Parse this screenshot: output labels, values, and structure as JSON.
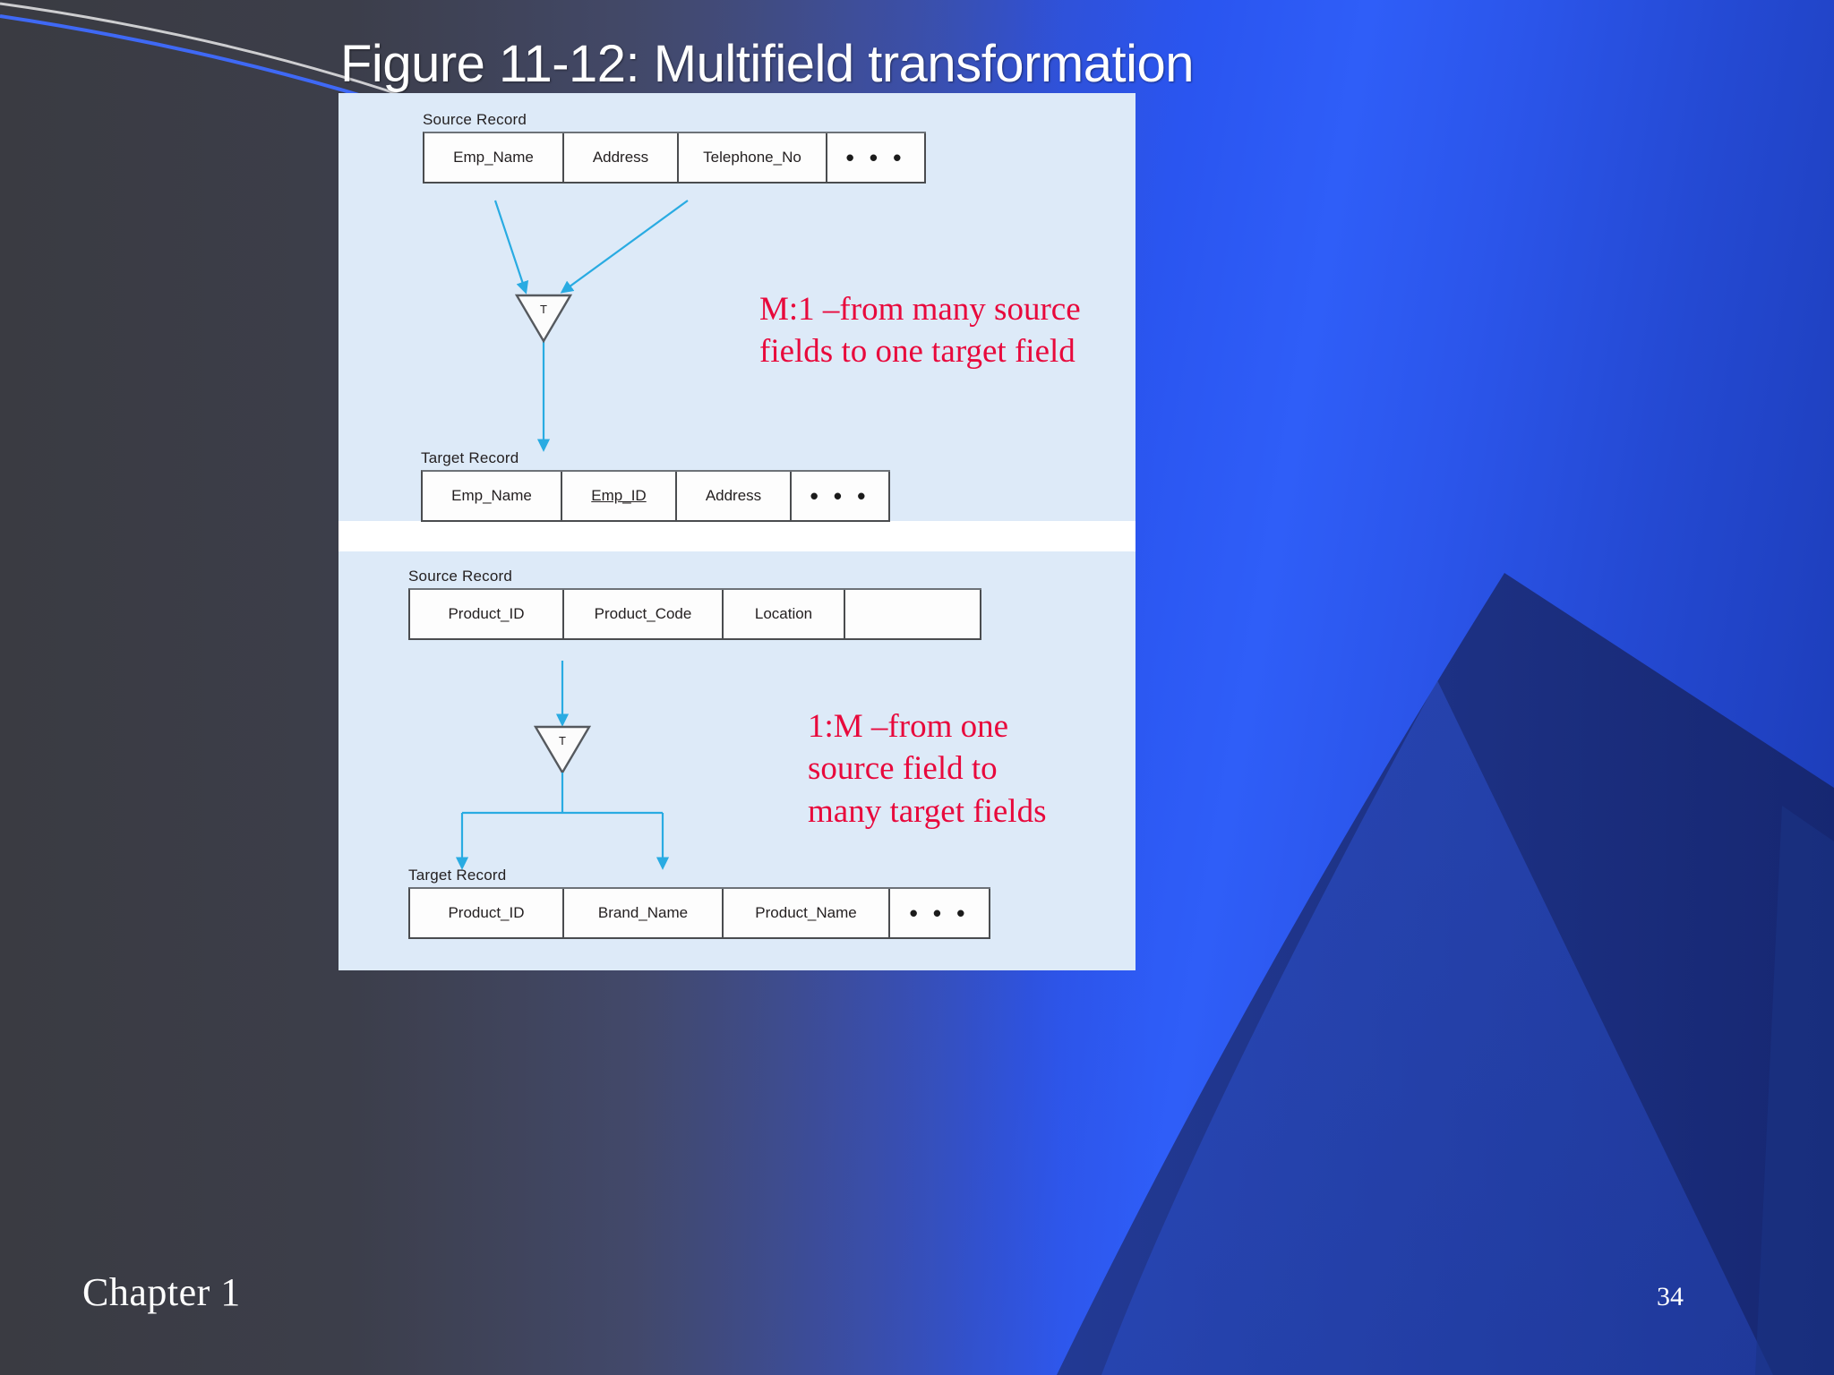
{
  "slide": {
    "title": "Figure 11-12: Multifield transformation",
    "chapter_label": "Chapter 1",
    "page_number": "34",
    "colors": {
      "title_text": "#ffffff",
      "annotation_red": "#e8093c",
      "figure_panel_bg": "#ddeaf8",
      "arrow_blue": "#29abe2",
      "cell_border": "#4a4c4f"
    }
  },
  "figure": {
    "diagrams": [
      {
        "id": "multifield-m-to-1",
        "source_label": "Source Record",
        "source_fields": [
          "Emp_Name",
          "Address",
          "Telephone_No",
          "• • •"
        ],
        "transform_symbol": "T",
        "target_label": "Target Record",
        "target_fields": [
          "Emp_Name",
          "Emp_ID",
          "Address",
          "• • •"
        ],
        "target_underlined_index": 1,
        "annotation": "M:1 –from many source\nfields to one target field"
      },
      {
        "id": "multifield-1-to-m",
        "source_label": "Source Record",
        "source_fields": [
          "Product_ID",
          "Product_Code",
          "Location",
          ""
        ],
        "transform_symbol": "T",
        "target_label": "Target Record",
        "target_fields": [
          "Product_ID",
          "Brand_Name",
          "Product_Name",
          "• • •"
        ],
        "target_underlined_index": -1,
        "annotation": "1:M –from one\nsource field to\nmany target fields"
      }
    ]
  }
}
